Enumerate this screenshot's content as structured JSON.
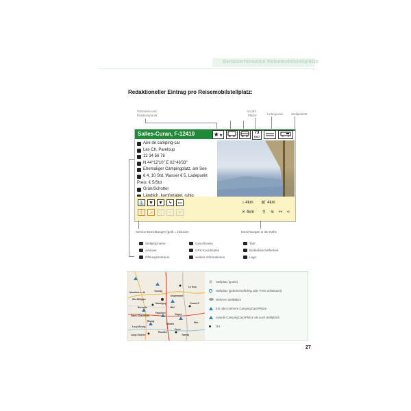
{
  "header": {
    "running_title": "Benutzerhinweise Reisemobilstellplätze"
  },
  "section": {
    "title": "Redaktioneller Eintrag pro Reisemobilstellplatz:"
  },
  "callouts": {
    "ortsname": "Ortsname und",
    "positionspunkt": "Positionspunkt",
    "anzahl": "Anzahl",
    "plaetze": "Plätze",
    "untergrund": "Untergrund",
    "stellplatzart": "Stellplatzart"
  },
  "entry": {
    "title": "Salles-Curan, F-12410",
    "icon_count_num": "73",
    "icon_count_sub": "€/SO",
    "info_lines": [
      "Aire de camping-car",
      "Les Ch. Pareloup",
      "12 34 56 78",
      "N 44°12'10\" E 02°46'33\"",
      "Ehemaliger Campingplatz, am See",
      "€ 4, 10 Std, Wasser € 5, Ladepunkt",
      "Preis: € 5/Std",
      "Grün/Schotter",
      "Ländlich, komfortabel, ruhig"
    ],
    "nearby": {
      "shop_km": "4km",
      "cart_km": "4km",
      "restaurant_km": "4km"
    }
  },
  "labels": {
    "service_caption": "Service-Einrichtungen (gelb = inklusive",
    "nearby_caption": "Einrichtungen in der Nähe"
  },
  "legend": {
    "col1": [
      "Stellplatzname",
      "Adresse",
      "Öffnungszeitraum"
    ],
    "col2": [
      "Geschlossen",
      "GPS-Koordinaten",
      "weitere Informationen"
    ],
    "col3": [
      "Tarif",
      "Bodenbeschaffenheit",
      "Lage"
    ]
  },
  "map": {
    "places": [
      "Montfort-s.-M.",
      "Ste-Milligan",
      "Tonnay",
      "Dégremont",
      "Le Sud",
      "Brenelle",
      "Montigny",
      "Blu",
      "Saint-Chaumont",
      "Fauchon",
      "Voges",
      "Grand-P.",
      "Bourg",
      "Luzy-Bourg",
      "Loup Source",
      "Moulin",
      "Ferré",
      "Roedes",
      "Tarnay",
      "Mor"
    ]
  },
  "map_legend": [
    {
      "text": "Stellplatz (gratis)",
      "color": "#c9c9c9"
    },
    {
      "text": "Stellplatz (gebührenpflichtig oder Preis unbekannt)",
      "color": "#2c7fb8"
    },
    {
      "text": "Mehrere Stellplätze",
      "color": "#9c9c9c"
    },
    {
      "text": "Ein oder mehrere CampingCard-Plätze",
      "color": "#2c7fb8"
    },
    {
      "text": "Sowohl CampingCard-Plätze als auch Stellplätze",
      "color": "#2c7fb8"
    },
    {
      "text": "Ort",
      "color": "#222222"
    }
  ],
  "page": {
    "number": "27"
  }
}
